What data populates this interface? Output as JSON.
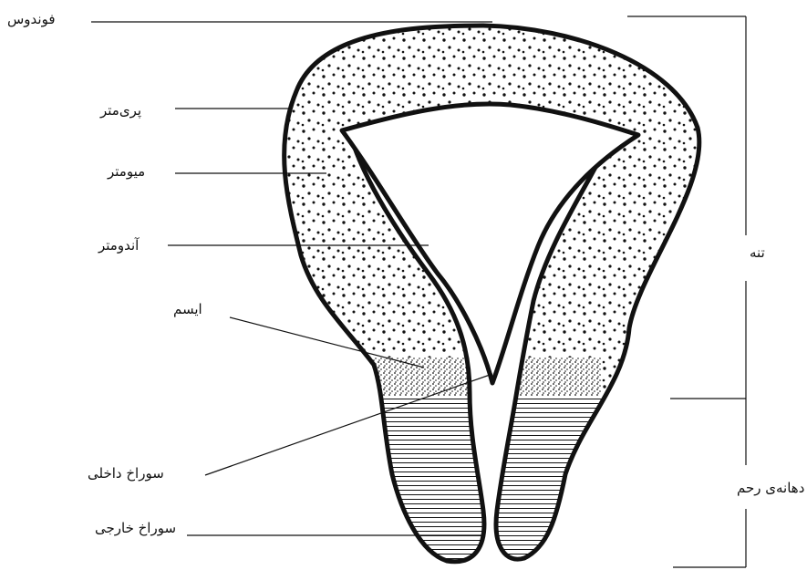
{
  "labels": {
    "fundus": "فوندوس",
    "perimetrium": "پری‌متر",
    "myometrium": "میومتر",
    "endometrium": "آندومتر",
    "isthmus": "ایسم",
    "internal_os": "سوراخ داخلی",
    "external_os": "سوراخ خارجی",
    "body": "تنه",
    "cervix": "دهانه‌ی رحم"
  },
  "colors": {
    "outline": "#111111",
    "fill": "#ffffff",
    "text": "#111111"
  }
}
